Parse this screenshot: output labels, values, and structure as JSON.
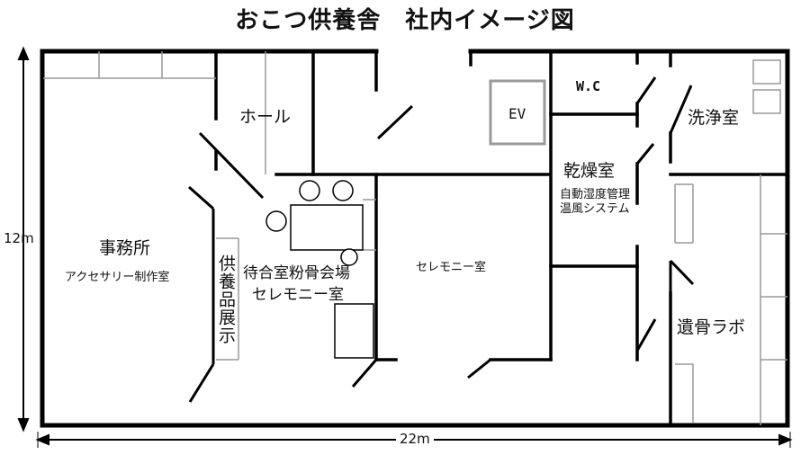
{
  "title": "おこつ供養舎　社内イメージ図",
  "rooms": {
    "office": "事務所",
    "office_sub": "アクセサリー制作室",
    "hall": "ホール",
    "display": "供養品展示",
    "waiting_line1": "待合室粉骨会場",
    "waiting_line2": "セレモニー室",
    "ceremony": "セレモニー室",
    "elevator": "EV",
    "wc": "W.C",
    "drying": "乾燥室",
    "drying_sub1": "自動湿度管理",
    "drying_sub2": "温風システム",
    "washing": "洗浄室",
    "lab": "遺骨ラボ"
  },
  "dimensions": {
    "height": "12m",
    "width": "22m"
  }
}
